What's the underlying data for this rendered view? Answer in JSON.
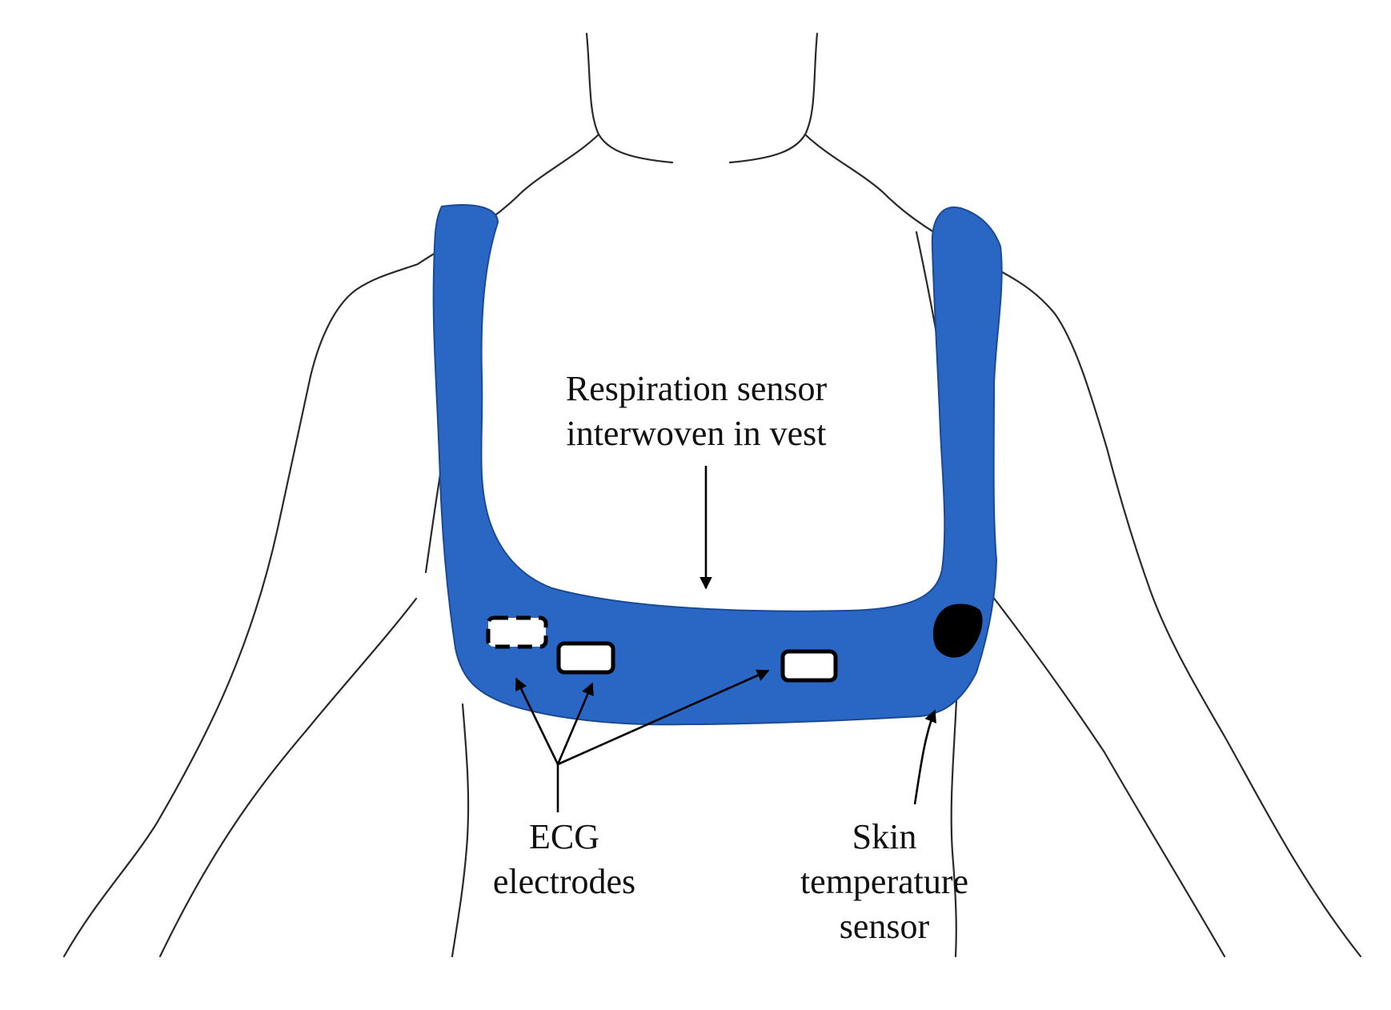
{
  "colors": {
    "vest": "#2a66c4",
    "vest_edge": "#1b4a95",
    "outline": "#2a2a2a",
    "arrow": "#000000",
    "electrode_fill": "#ffffff",
    "temperature_sensor": "#000000",
    "background": "#ffffff"
  },
  "labels": {
    "respiration": [
      "Respiration sensor",
      "interwoven in vest"
    ],
    "ecg": [
      "ECG",
      "electrodes"
    ],
    "skin": [
      "Skin",
      "temperature",
      "sensor"
    ]
  },
  "icons": {
    "body": "torso-outline-icon",
    "vest": "vest-harness-icon",
    "electrode": "ecg-electrode-icon",
    "temperature": "temperature-sensor-icon"
  }
}
